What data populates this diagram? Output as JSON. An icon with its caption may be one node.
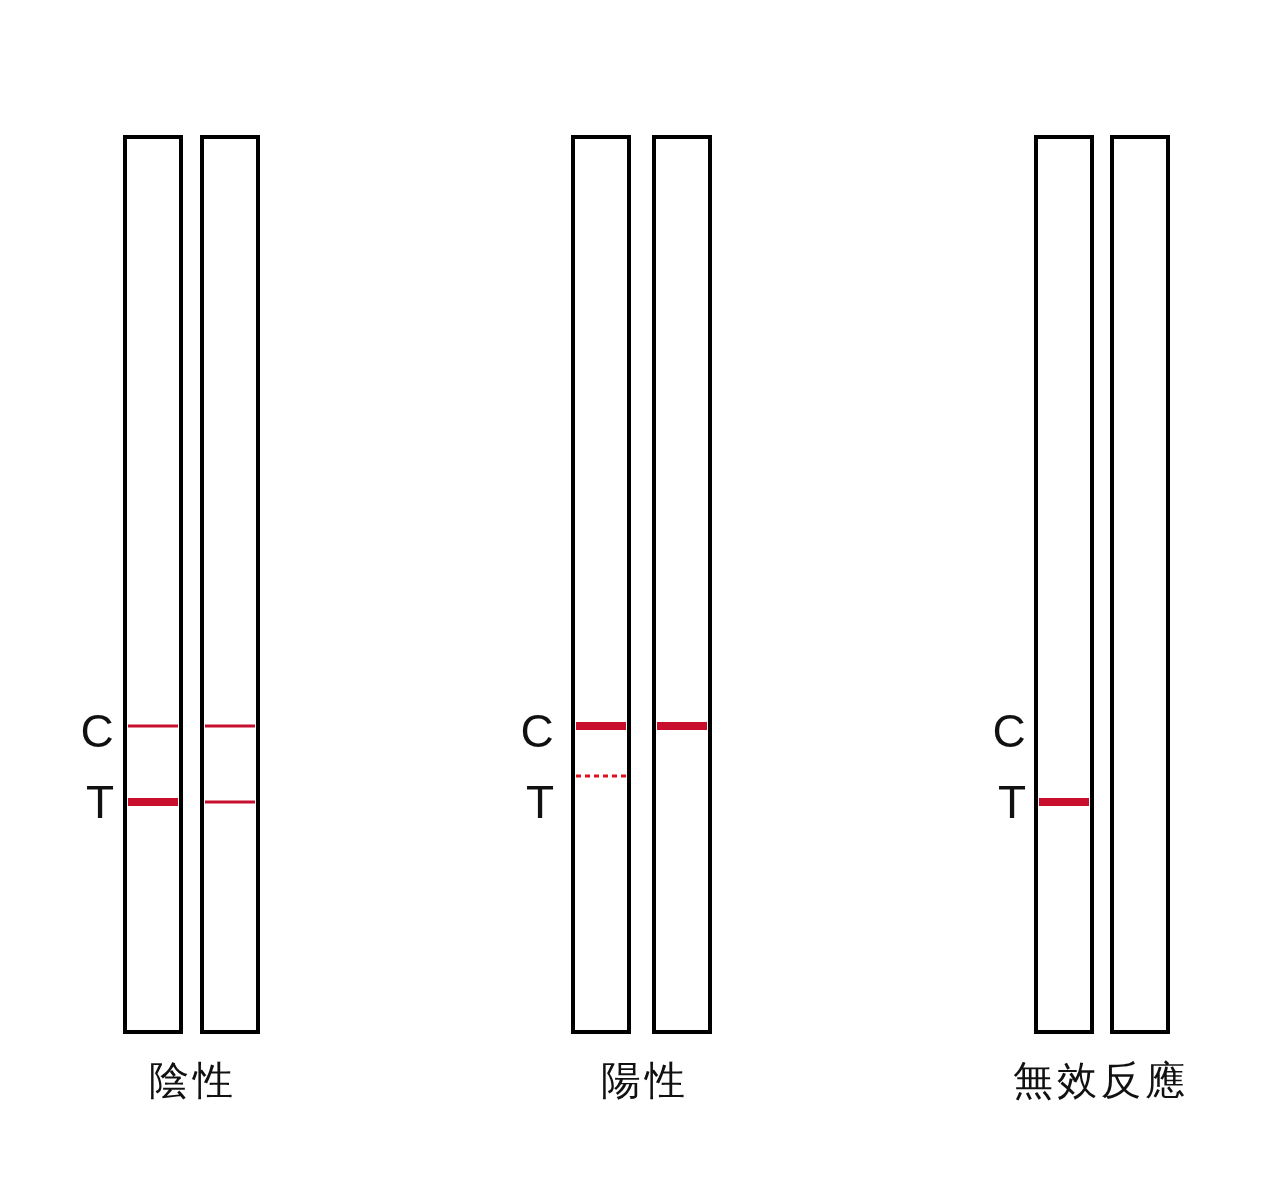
{
  "diagram": {
    "labels": [
      "C",
      "C",
      "C",
      "T",
      "T",
      "T",
      "陰性",
      "陽性",
      "無效反應"
    ]
  }
}
